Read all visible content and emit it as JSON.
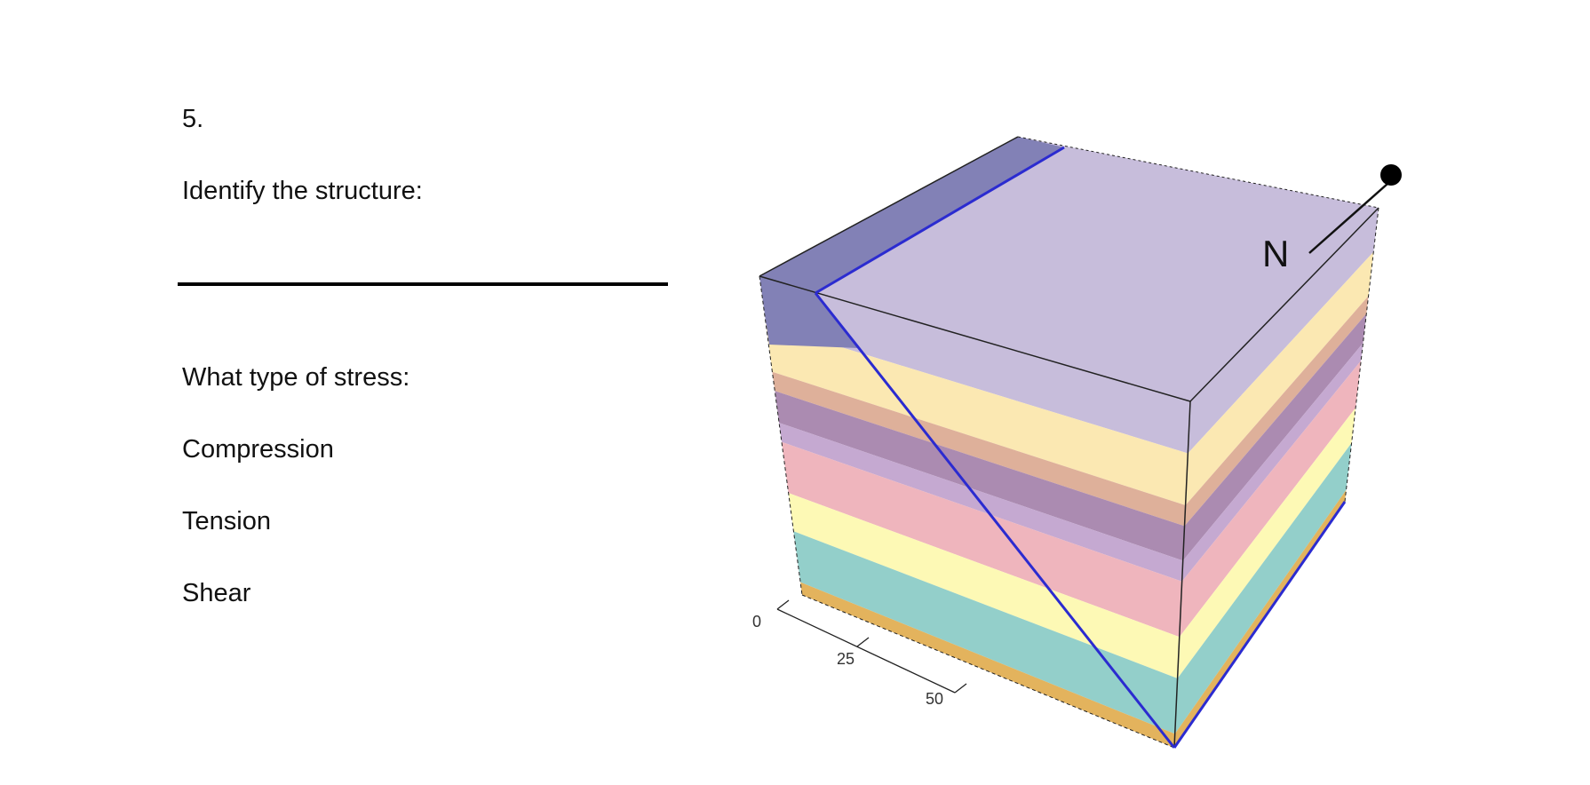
{
  "question": {
    "number": "5.",
    "prompt_structure": "Identify the structure:",
    "prompt_stress": "What type of stress:",
    "options": [
      "Compression",
      "Tension",
      "Shear"
    ]
  },
  "diagram": {
    "north_label": "N",
    "scale_ticks": [
      "0",
      "25",
      "50"
    ],
    "layer_colors": [
      "#c7bddb",
      "#fbe8b2",
      "#deb09a",
      "#ab8bb1",
      "#c5a9d1",
      "#efb5bd",
      "#fdf9b5",
      "#93cfca",
      "#e3b35d"
    ],
    "hanging_wall_color": "#8281b6",
    "fault_line_color": "#2b2bd0"
  }
}
